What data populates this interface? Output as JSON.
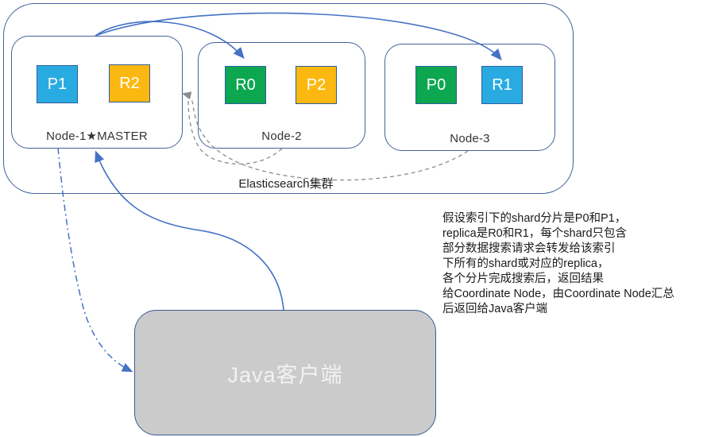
{
  "diagram": {
    "cluster": {
      "label": "Elasticsearch集群",
      "nodes": [
        {
          "name": "Node-1★MASTER",
          "shards": [
            {
              "id": "P1",
              "fill": "#29ABE2"
            },
            {
              "id": "R2",
              "fill": "#FBB811"
            }
          ]
        },
        {
          "name": "Node-2",
          "shards": [
            {
              "id": "R0",
              "fill": "#0DA750"
            },
            {
              "id": "P2",
              "fill": "#FBB811"
            }
          ]
        },
        {
          "name": "Node-3",
          "shards": [
            {
              "id": "P0",
              "fill": "#0DA750"
            },
            {
              "id": "R1",
              "fill": "#29ABE2"
            }
          ]
        }
      ]
    },
    "client": {
      "label": "Java客户端"
    },
    "annotation": {
      "lines": [
        "假设索引下的shard分片是P0和P1，",
        "replica是R0和R1，每个shard只包含",
        "部分数据搜索请求会转发给该索引",
        "下所有的shard或对应的replica，",
        "各个分片完成搜索后，返回结果",
        "给Coordinate Node，由Coordinate Node汇总",
        "后返回给Java客户端"
      ]
    },
    "colors": {
      "primary_blue_shard": "#29ABE2",
      "replica_yellow_shard": "#FBB811",
      "green_shard": "#0DA750",
      "shard_border": "#2E5E9E",
      "container_border": "#44619D",
      "arrow_blue": "#4472C4",
      "arrow_gray": "#8C8C8C",
      "client_fill": "#CBCBCB"
    }
  }
}
